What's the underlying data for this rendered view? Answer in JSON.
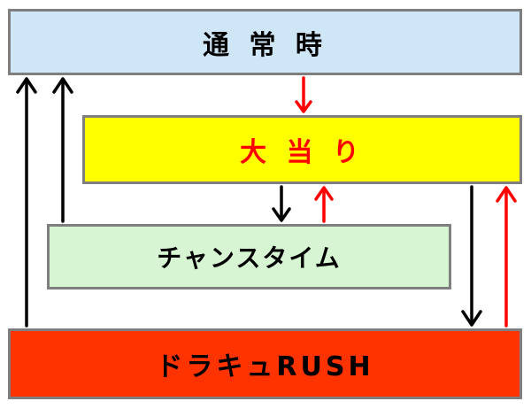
{
  "nodes": {
    "normal": "通 常 時",
    "hit": "大 当 り",
    "chance_time": "チャンスタイム",
    "dragon_rush": "ドラキュRUSH"
  },
  "colors": {
    "normal_fill": "#cfe6f6",
    "hit_fill": "#ffff00",
    "hit_text": "#ff0000",
    "chance_fill": "#d7f5d3",
    "rush_fill": "#ff3300",
    "border": "#7f7f7f",
    "arrow_black": "#000000",
    "arrow_red": "#ff0000"
  },
  "edges": [
    {
      "from": "normal",
      "to": "hit",
      "color": "red"
    },
    {
      "from": "hit",
      "to": "chance_time",
      "color": "black"
    },
    {
      "from": "chance_time",
      "to": "hit",
      "color": "red"
    },
    {
      "from": "hit",
      "to": "dragon_rush",
      "color": "black"
    },
    {
      "from": "dragon_rush",
      "to": "hit",
      "color": "red"
    },
    {
      "from": "dragon_rush",
      "to": "normal",
      "color": "black"
    },
    {
      "from": "chance_time",
      "to": "normal",
      "color": "black"
    }
  ]
}
